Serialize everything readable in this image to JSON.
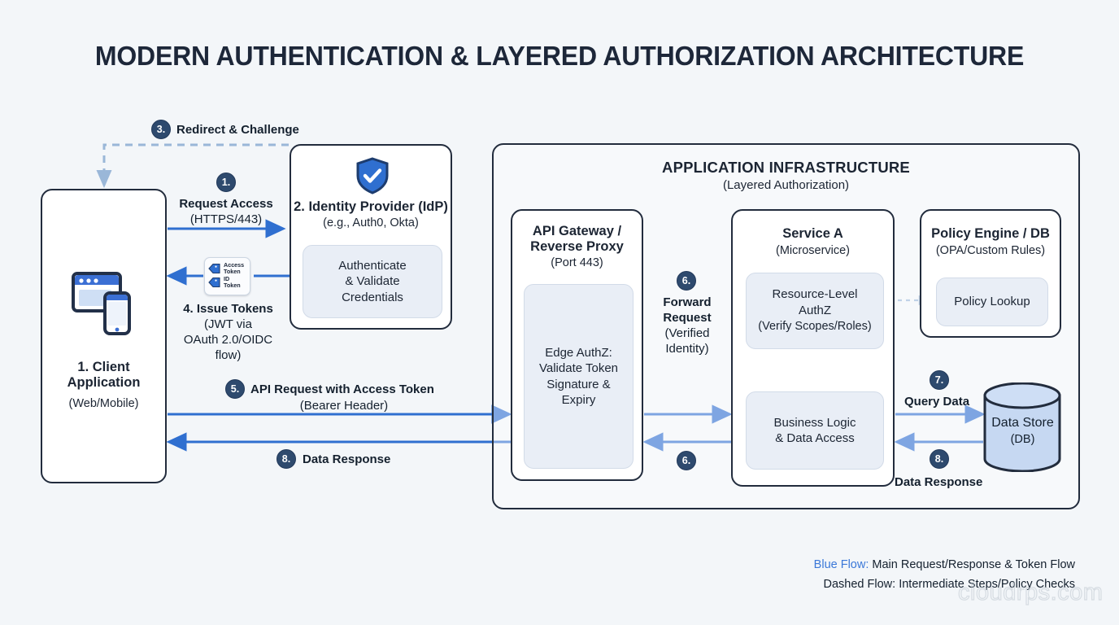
{
  "page": {
    "title": "MODERN AUTHENTICATION & LAYERED AUTHORIZATION ARCHITECTURE",
    "watermark": "cloudrps.com",
    "background_color": "#f3f6f9",
    "accent_blue": "#2f6fd0",
    "navy": "#222c3d"
  },
  "client": {
    "title_line1": "1. Client",
    "title_line2": "Application",
    "subtitle": "(Web/Mobile)",
    "icon": "browser-and-phone-icon"
  },
  "idp": {
    "title": "2. Identity Provider (IdP)",
    "subtitle": "(e.g., Auth0, Okta)",
    "icon": "shield-check-icon",
    "inner": {
      "line1": "Authenticate",
      "line2": "& Validate",
      "line3": "Credentials"
    }
  },
  "infrastructure": {
    "title": "APPLICATION INFRASTRUCTURE",
    "subtitle": "(Layered Authorization)"
  },
  "gateway": {
    "title_line1": "API Gateway /",
    "title_line2": "Reverse Proxy",
    "subtitle": "(Port 443)",
    "inner": {
      "line1": "Edge AuthZ:",
      "line2": "Validate Token",
      "line3": "Signature &",
      "line4": "Expiry"
    }
  },
  "service_a": {
    "title": "Service A",
    "subtitle": "(Microservice)",
    "authz": {
      "line1": "Resource-Level",
      "line2": "AuthZ",
      "line3": "(Verify Scopes/Roles)"
    },
    "business": {
      "line1": "Business Logic",
      "line2": "& Data Access"
    }
  },
  "policy_engine": {
    "title": "Policy Engine / DB",
    "subtitle": "(OPA/Custom Rules)",
    "inner": "Policy Lookup"
  },
  "data_store": {
    "title": "Data Store",
    "subtitle": "(DB)",
    "fill_color": "#c6d8f2"
  },
  "tokens_chip": {
    "row1": {
      "line1": "Access",
      "line2": "Token"
    },
    "row2": {
      "line1": "ID",
      "line2": "Token"
    }
  },
  "steps": [
    {
      "num": "1.",
      "label": "Request Access",
      "sub": "(HTTPS/443)"
    },
    {
      "num": "3.",
      "label": "Redirect & Challenge",
      "sub": ""
    },
    {
      "num": "4.",
      "label": "4. Issue Tokens",
      "sub": "(JWT via OAuth 2.0/OIDC flow)"
    },
    {
      "num": "5.",
      "label": "API Request with Access Token",
      "sub": "(Bearer Header)"
    },
    {
      "num": "6.",
      "label": "Forward Request",
      "sub": "(Verified Identity)"
    },
    {
      "num": "7.",
      "label": "Query Data",
      "sub": ""
    },
    {
      "num": "8.",
      "label": "Data Response",
      "sub": ""
    }
  ],
  "labels": {
    "step1_badge": "1.",
    "step1_line1": "Request Access",
    "step1_line2": "(HTTPS/443)",
    "step3_badge": "3.",
    "step3_text": "Redirect & Challenge",
    "step4_line1": "4. Issue Tokens",
    "step4_line2": "(JWT via",
    "step4_line3": "OAuth 2.0/OIDC",
    "step4_line4": "flow)",
    "step5_badge": "5.",
    "step5_line1": "API Request with Access Token",
    "step5_line2": "(Bearer Header)",
    "step6_badge": "6.",
    "step6_line1": "Forward",
    "step6_line2": "Request",
    "step6_line3": "(Verified",
    "step6_line4": "Identity)",
    "step6b_badge": "6.",
    "step7_badge": "7.",
    "step7_text": "Query Data",
    "step8_badge": "8.",
    "step8_text": "Data Response",
    "step8b_badge": "8.",
    "step8b_text": "Data Response"
  },
  "legend": {
    "blue_key": "Blue Flow:",
    "blue_text": " Main Request/Response & Token Flow",
    "dashed_line": "Dashed Flow: Intermediate Steps/Policy Checks"
  }
}
